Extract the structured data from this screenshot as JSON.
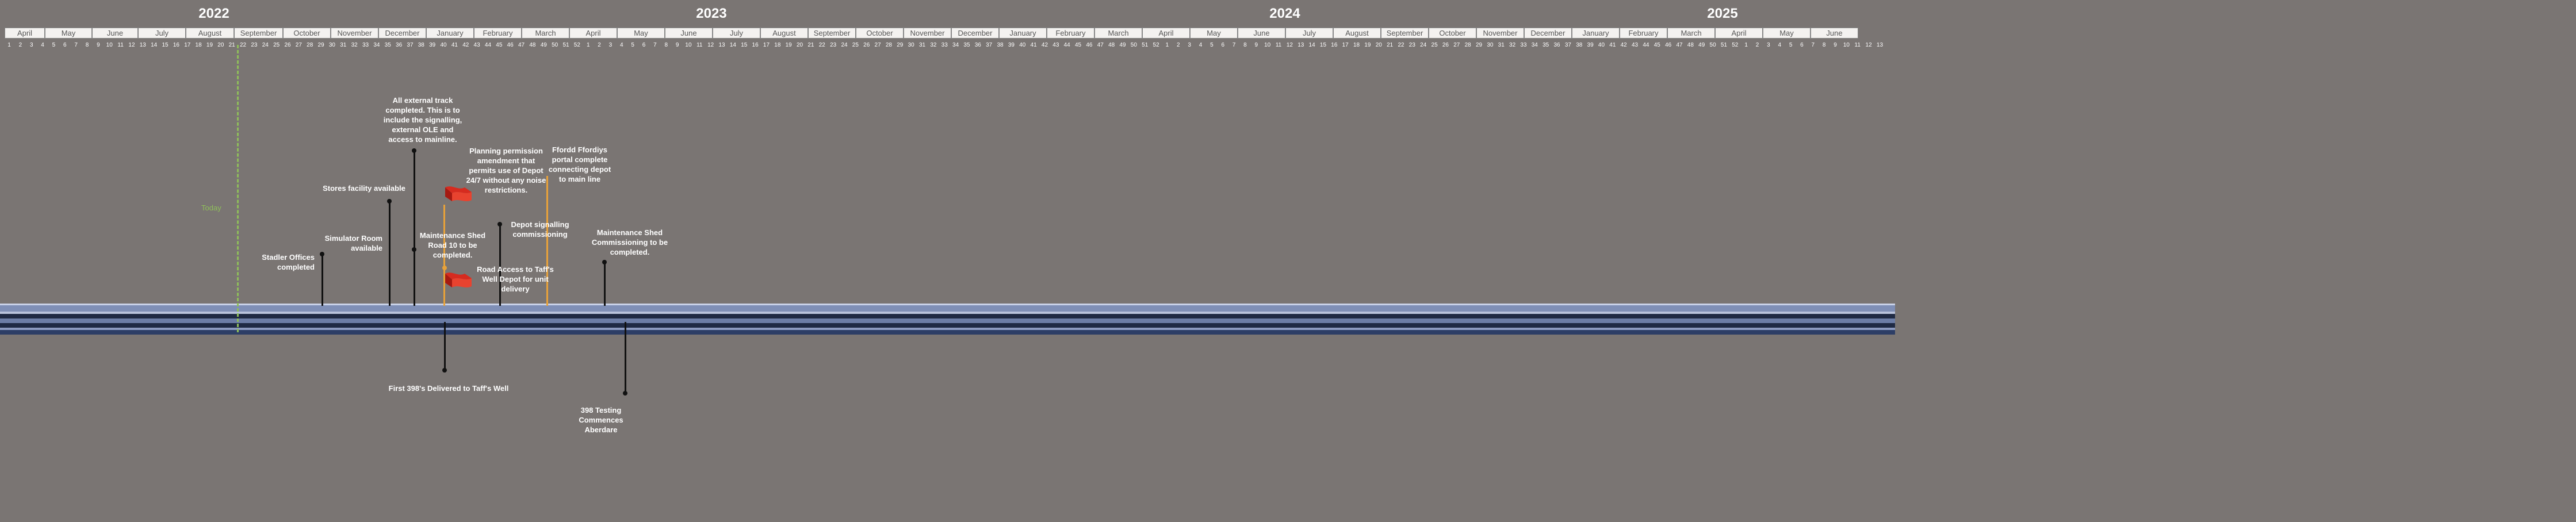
{
  "years": [
    "2022",
    "2023",
    "2024",
    "2025"
  ],
  "months": [
    "April",
    "May",
    "June",
    "July",
    "August",
    "September",
    "October",
    "November",
    "December",
    "January",
    "February",
    "March",
    "April",
    "May",
    "June",
    "July",
    "August",
    "September",
    "October",
    "November",
    "December",
    "January",
    "February",
    "March",
    "April",
    "May",
    "June",
    "July",
    "August",
    "September",
    "October",
    "November",
    "December",
    "January",
    "February",
    "March",
    "April",
    "May",
    "June"
  ],
  "week_numbers": [
    "1",
    "2",
    "3",
    "4",
    "5",
    "6",
    "7",
    "8",
    "9",
    "10",
    "11",
    "12",
    "13",
    "14",
    "15",
    "16",
    "17",
    "18",
    "19",
    "20",
    "21",
    "22",
    "23",
    "24",
    "25",
    "26",
    "27",
    "28",
    "29",
    "30",
    "31",
    "32",
    "33",
    "34",
    "35",
    "36",
    "37",
    "38",
    "39",
    "40",
    "41",
    "42",
    "43",
    "44",
    "45",
    "46",
    "47",
    "48",
    "49",
    "50",
    "51",
    "52",
    "1",
    "2",
    "3",
    "4",
    "5",
    "6",
    "7",
    "8",
    "9",
    "10",
    "11",
    "12",
    "13",
    "14",
    "15",
    "16",
    "17",
    "18",
    "19",
    "20",
    "21",
    "22",
    "23",
    "24",
    "25",
    "26",
    "27",
    "28",
    "29",
    "30",
    "31",
    "32",
    "33",
    "34",
    "35",
    "36",
    "37",
    "38",
    "39",
    "40",
    "41",
    "42",
    "43",
    "44",
    "45",
    "46",
    "47",
    "48",
    "49",
    "50",
    "51",
    "52",
    "1",
    "2",
    "3",
    "4",
    "5",
    "6",
    "7",
    "8",
    "9",
    "10",
    "11",
    "12",
    "13",
    "14",
    "15",
    "16",
    "17",
    "18",
    "19",
    "20",
    "21",
    "22",
    "23",
    "24",
    "25",
    "26",
    "27",
    "28",
    "29",
    "30",
    "31",
    "32",
    "33",
    "34",
    "35",
    "36",
    "37",
    "38",
    "39",
    "40",
    "41",
    "42",
    "43",
    "44",
    "45",
    "46",
    "47",
    "48",
    "49",
    "50",
    "51",
    "52",
    "1",
    "2",
    "3",
    "4",
    "5",
    "6",
    "7",
    "8",
    "9",
    "10",
    "11",
    "12",
    "13"
  ],
  "today_label": "Today",
  "milestones_above": [
    {
      "text": "Stadler Offices completed"
    },
    {
      "text": "Simulator Room available"
    },
    {
      "text": "Stores facility available"
    },
    {
      "text": "All external track completed. This is to include the signalling, external OLE and access to mainline."
    },
    {
      "text": "Maintenance Shed Road 10 to be completed."
    },
    {
      "text": "Planning permission amendment that permits use of Depot 24/7 without any noise restrictions."
    },
    {
      "text": "Depot signalling commissioning"
    },
    {
      "text": "Road Access to Taff's Well Depot for unit delivery"
    },
    {
      "text": "Ffordd Ffordiys portal complete connecting depot to main line"
    },
    {
      "text": "Maintenance Shed Commissioning to be completed."
    }
  ],
  "milestones_below": [
    {
      "text": "First 398's Delivered to Taff's Well"
    },
    {
      "text": "398 Testing Commences Aberdare"
    }
  ],
  "colors": {
    "background": "#7a7573",
    "band_light": "#b9c3dc",
    "band_mid": "#7f8fb6",
    "band_dark": "#1f2a44",
    "band_navy": "#2d3e66",
    "today": "#8fbf5a",
    "orange": "#e8a23a",
    "flag": "#d62b1f"
  }
}
